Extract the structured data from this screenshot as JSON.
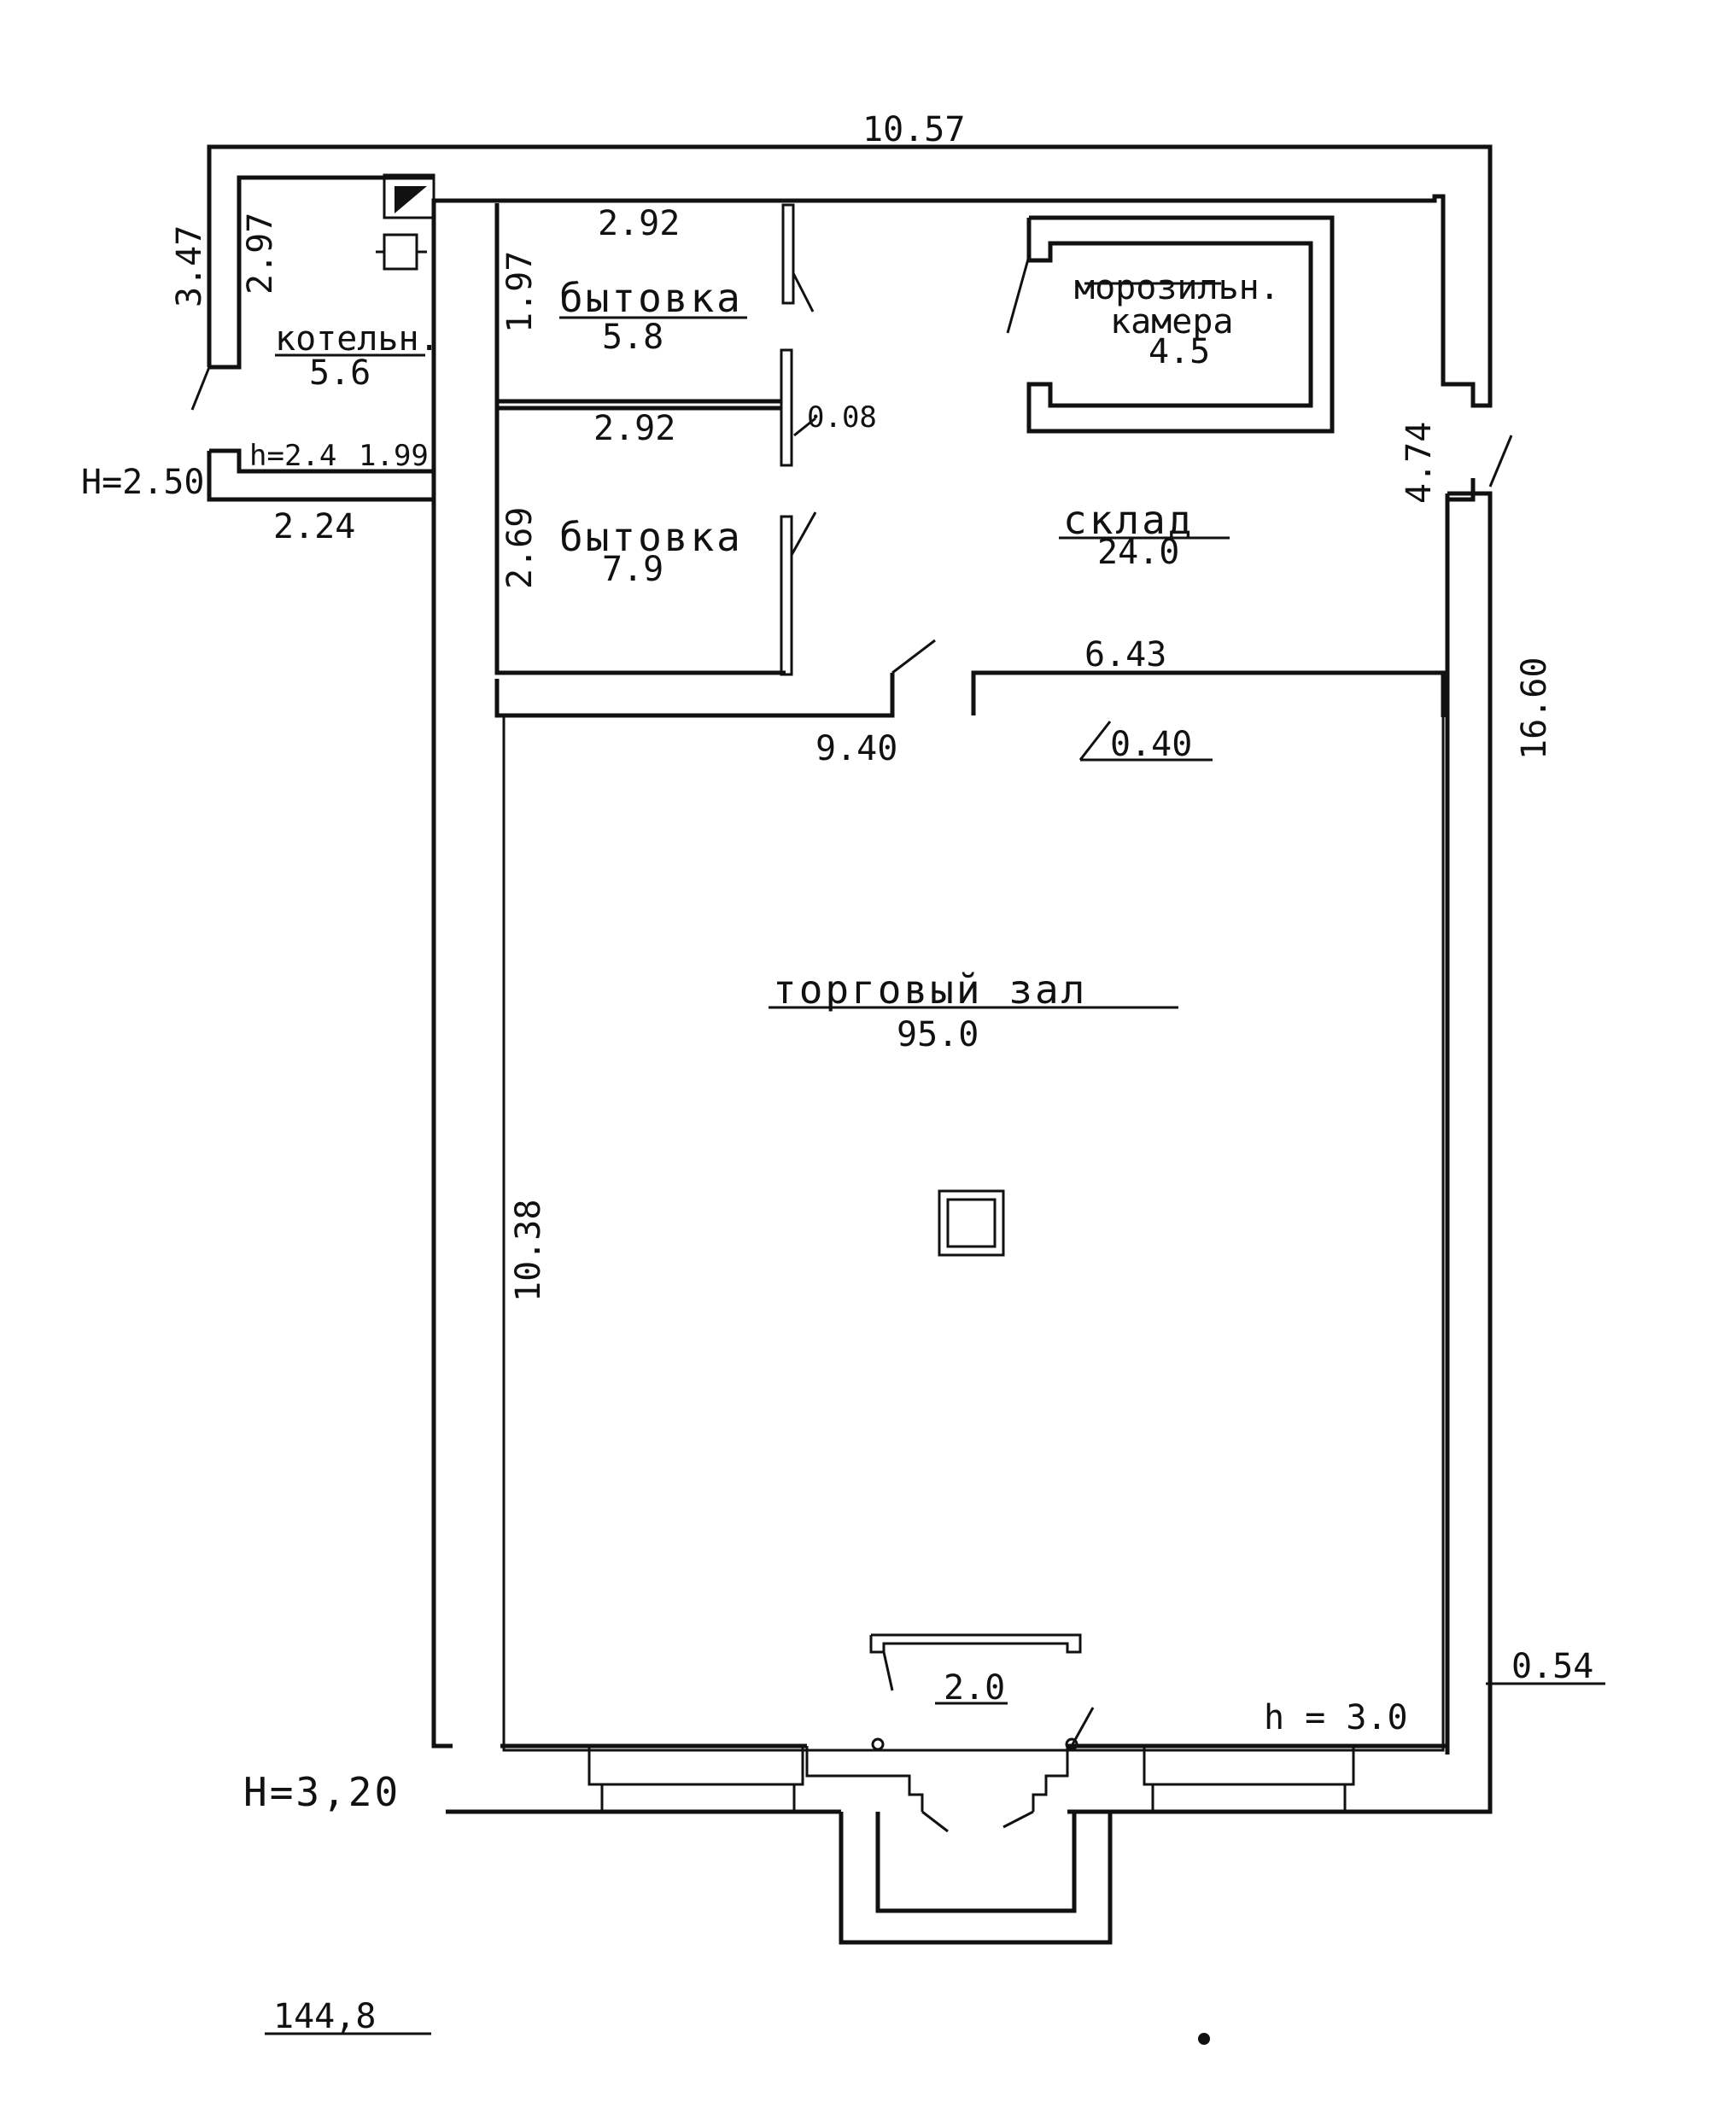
{
  "dimensions": {
    "top_width": "10.57",
    "boiler_height_outer": "3.47",
    "boiler_height_inner": "2.97",
    "utility1_top": "2.92",
    "utility1_side": "1.97",
    "utility2_top": "2.92",
    "partition": "0.08",
    "utility2_side": "2.69",
    "vestibule_h": "h=2.4",
    "vestibule_w": "1.99",
    "vestibule_bottom": "2.24",
    "storage_depth": "4.74",
    "storage_wall": "6.43",
    "total_length": "16.60",
    "hall_width": "9.40",
    "wall_thickness": "0.40",
    "hall_height": "10.38",
    "entrance_width": "2.0",
    "right_offset": "0.54"
  },
  "heights": {
    "vestibule": "H=2.50",
    "building": "H=3,20",
    "hall": "h = 3.0"
  },
  "rooms": {
    "boiler": {
      "name": "котельн.",
      "area": "5.6"
    },
    "utility1": {
      "name": "бытовка",
      "area": "5.8"
    },
    "utility2": {
      "name": "бытовка",
      "area": "7.9"
    },
    "freezer": {
      "name1": "морозильн.",
      "name2": "камера",
      "area": "4.5"
    },
    "storage": {
      "name": "склад",
      "area": "24.0"
    },
    "hall": {
      "name": "торговый зал",
      "area": "95.0"
    }
  },
  "total_area": "144,8"
}
